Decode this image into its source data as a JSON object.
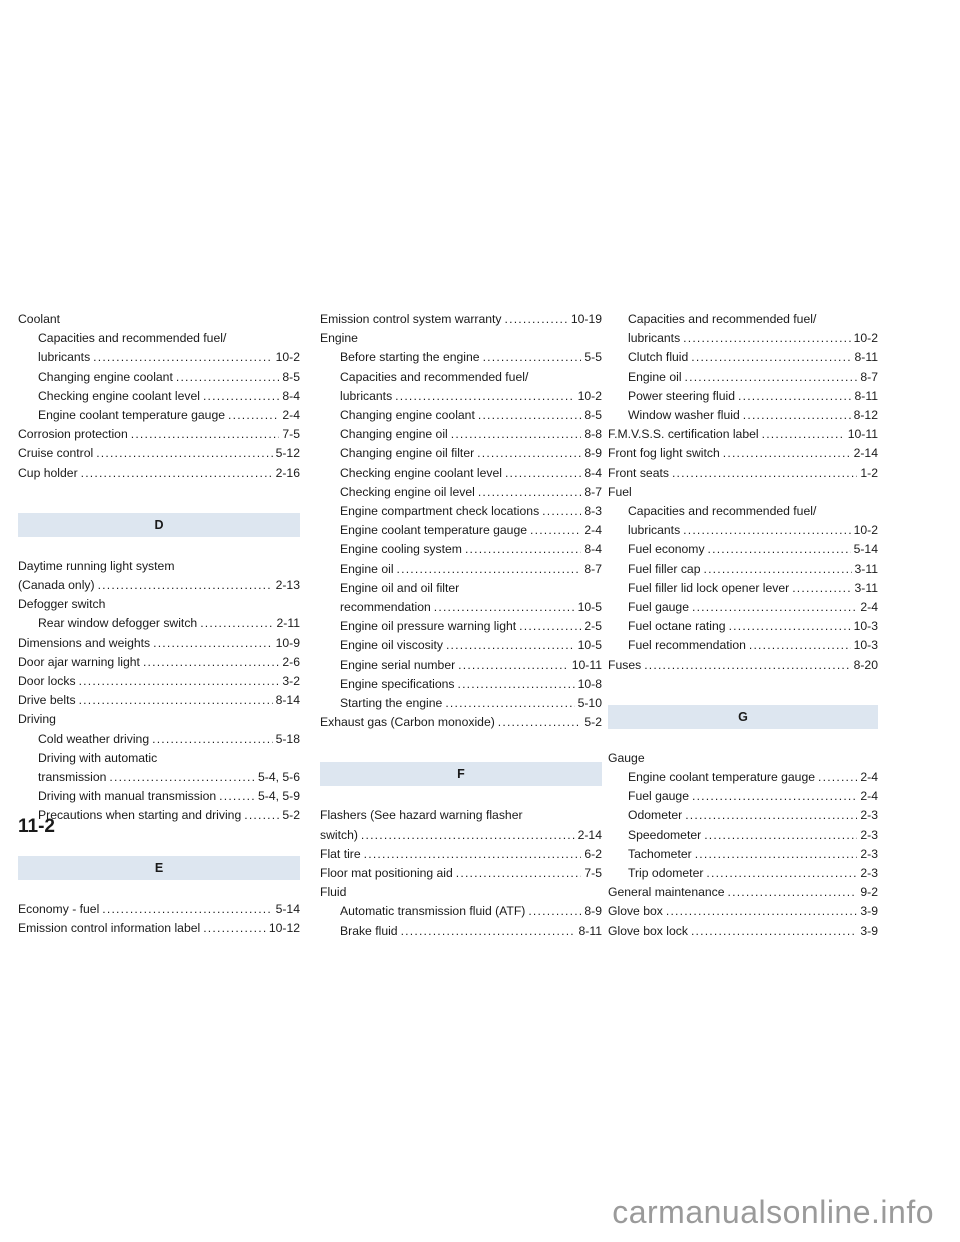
{
  "page_number": "11-2",
  "watermark": "carmanualsonline.info",
  "col1": {
    "coolant": {
      "title": "Coolant",
      "capacities_line1": "Capacities and recommended fuel/",
      "capacities_line2": "lubricants",
      "capacities_page": "10-2",
      "changing": "Changing engine coolant",
      "changing_page": "8-5",
      "checking": "Checking engine coolant level",
      "checking_page": "8-4",
      "gauge": "Engine coolant temperature gauge",
      "gauge_page": "2-4"
    },
    "corrosion": "Corrosion protection",
    "corrosion_page": "7-5",
    "cruise": "Cruise control",
    "cruise_page": "5-12",
    "cup": "Cup holder",
    "cup_page": "2-16",
    "band_d": "D",
    "daytime_line1": "Daytime running light system",
    "daytime_line2": "(Canada only)",
    "daytime_page": "2-13",
    "defogger": "Defogger switch",
    "rear_defogger": "Rear window defogger switch",
    "rear_defogger_page": "2-11",
    "dimensions": "Dimensions and weights",
    "dimensions_page": "10-9",
    "door_ajar": "Door ajar warning light",
    "door_ajar_page": "2-6",
    "door_locks": "Door locks",
    "door_locks_page": "3-2",
    "drive_belts": "Drive belts",
    "drive_belts_page": "8-14",
    "driving": "Driving",
    "cold": "Cold weather driving",
    "cold_page": "5-18",
    "auto_line1": "Driving with automatic",
    "auto_line2": "transmission",
    "auto_page": "5-4, 5-6",
    "manual": "Driving with manual transmission",
    "manual_page": "5-4, 5-9",
    "precautions": "Precautions when starting and driving",
    "precautions_page": "5-2",
    "band_e": "E",
    "economy": "Economy - fuel",
    "economy_page": "5-14",
    "emission_info": "Emission control information label",
    "emission_info_page": "10-12"
  },
  "col2": {
    "warranty": "Emission control system warranty",
    "warranty_page": "10-19",
    "engine": "Engine",
    "before": "Before starting the engine",
    "before_page": "5-5",
    "cap_line1": "Capacities and recommended fuel/",
    "cap_line2": "lubricants",
    "cap_page": "10-2",
    "chg_coolant": "Changing engine coolant",
    "chg_coolant_page": "8-5",
    "chg_oil": "Changing engine oil",
    "chg_oil_page": "8-8",
    "chg_filter": "Changing engine oil filter",
    "chg_filter_page": "8-9",
    "chk_coolant": "Checking engine coolant level",
    "chk_coolant_page": "8-4",
    "chk_oil": "Checking engine oil level",
    "chk_oil_page": "8-7",
    "compartment": "Engine compartment check locations",
    "compartment_page": "8-3",
    "temp_gauge": "Engine coolant temperature gauge",
    "temp_gauge_page": "2-4",
    "cooling": "Engine cooling system",
    "cooling_page": "8-4",
    "oil": "Engine oil",
    "oil_page": "8-7",
    "oilfilter_line1": "Engine oil and oil filter",
    "oilfilter_line2": "recommendation",
    "oilfilter_page": "10-5",
    "pressure": "Engine oil pressure warning light",
    "pressure_page": "2-5",
    "viscosity": "Engine oil viscosity",
    "viscosity_page": "10-5",
    "serial": "Engine serial number",
    "serial_page": "10-11",
    "specs": "Engine specifications",
    "specs_page": "10-8",
    "starting": "Starting the engine",
    "starting_page": "5-10",
    "exhaust": "Exhaust gas (Carbon monoxide)",
    "exhaust_page": "5-2",
    "band_f": "F",
    "flashers_line1": "Flashers (See hazard warning flasher",
    "flashers_line2": "switch)",
    "flashers_page": "2-14",
    "flat": "Flat tire",
    "flat_page": "6-2",
    "floormat": "Floor mat positioning aid",
    "floormat_page": "7-5",
    "fluid": "Fluid",
    "atf": "Automatic transmission fluid (ATF)",
    "atf_page": "8-9",
    "brake": "Brake fluid",
    "brake_page": "8-11"
  },
  "col3": {
    "cap_line1": "Capacities and recommended fuel/",
    "cap_line2": "lubricants",
    "cap_page": "10-2",
    "clutch": "Clutch fluid",
    "clutch_page": "8-11",
    "engine_oil": "Engine oil",
    "engine_oil_page": "8-7",
    "steering": "Power steering fluid",
    "steering_page": "8-11",
    "washer": "Window washer fluid",
    "washer_page": "8-12",
    "fmvss": "F.M.V.S.S. certification label",
    "fmvss_page": "10-11",
    "fog": "Front fog light switch",
    "fog_page": "2-14",
    "seats": "Front seats",
    "seats_page": "1-2",
    "fuel": "Fuel",
    "fcap_line1": "Capacities and recommended fuel/",
    "fcap_line2": "lubricants",
    "fcap_page": "10-2",
    "economy": "Fuel economy",
    "economy_page": "5-14",
    "filler": "Fuel filler cap",
    "filler_page": "3-11",
    "opener": "Fuel filler lid lock opener lever",
    "opener_page": "3-11",
    "fgauge": "Fuel gauge",
    "fgauge_page": "2-4",
    "octane": "Fuel octane rating",
    "octane_page": "10-3",
    "recommendation": "Fuel recommendation",
    "recommendation_page": "10-3",
    "fuses": "Fuses",
    "fuses_page": "8-20",
    "band_g": "G",
    "gauge": "Gauge",
    "g_coolant": "Engine coolant temperature gauge",
    "g_coolant_page": "2-4",
    "g_fuel": "Fuel gauge",
    "g_fuel_page": "2-4",
    "odometer": "Odometer",
    "odometer_page": "2-3",
    "speedometer": "Speedometer",
    "speedometer_page": "2-3",
    "tachometer": "Tachometer",
    "tachometer_page": "2-3",
    "trip": "Trip odometer",
    "trip_page": "2-3",
    "general": "General maintenance",
    "general_page": "9-2",
    "glovebox": "Glove box",
    "glovebox_page": "3-9",
    "glovelock": "Glove box lock",
    "glovelock_page": "3-9"
  }
}
